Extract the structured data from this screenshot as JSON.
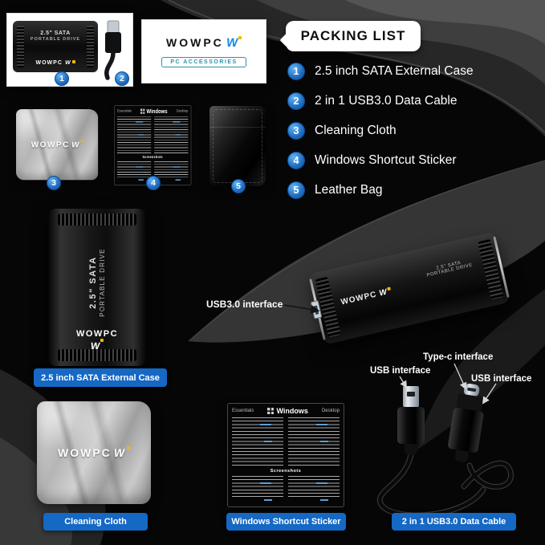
{
  "colors": {
    "accent_blue": "#1568c4",
    "number_badge_blue": "#1f6cc0",
    "logo_yellow": "#f3b800",
    "logo_blue": "#1e88e5"
  },
  "packing_list": {
    "title": "PACKING LIST",
    "items": [
      {
        "num": "1",
        "label": "2.5 inch SATA External Case"
      },
      {
        "num": "2",
        "label": "2 in 1 USB3.0 Data Cable"
      },
      {
        "num": "3",
        "label": "Cleaning Cloth"
      },
      {
        "num": "4",
        "label": "Windows Shortcut Sticker"
      },
      {
        "num": "5",
        "label": "Leather Bag"
      }
    ]
  },
  "brand": {
    "name": "WOWPC",
    "logo_letter": "W",
    "card_tagline": "PC ACCESSORIES",
    "drive_line1": "2.5\" SATA",
    "drive_line2": "PORTABLE DRIVE"
  },
  "badges": {
    "external_case": "2.5 inch SATA External Case",
    "cleaning_cloth": "Cleaning Cloth",
    "shortcut_sticker": "Windows Shortcut Sticker",
    "data_cable": "2 in 1 USB3.0 Data Cable"
  },
  "callouts": {
    "usb3_interface": "USB3.0 interface",
    "type_c_interface": "Type-c interface",
    "usb_interface_left": "USB interface",
    "usb_interface_right": "USB interface"
  },
  "sticker": {
    "title": "Windows",
    "left_header": "Essentials",
    "right_header": "Desktop",
    "mid_header": "Screenshots"
  }
}
